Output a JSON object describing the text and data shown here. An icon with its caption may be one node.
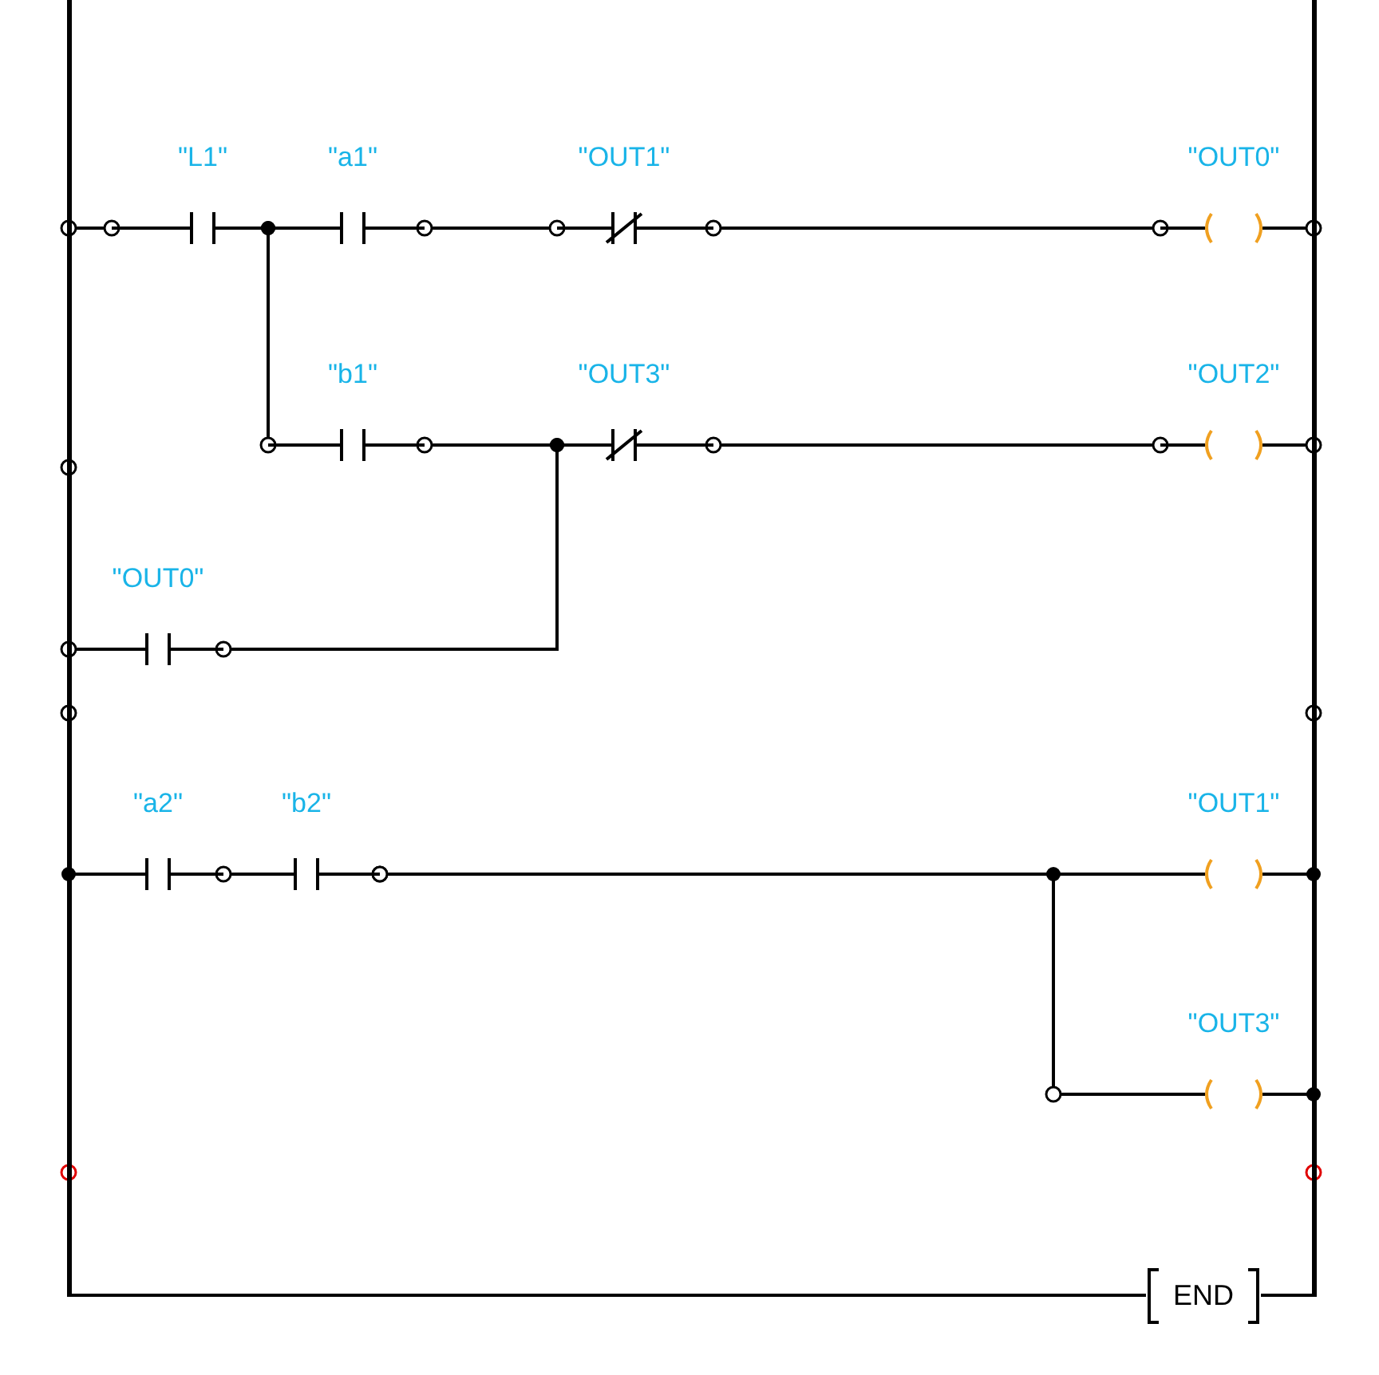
{
  "diagram": {
    "nodes": [
      {
        "text": [],
        "shape": "bar"
      },
      {
        "text": [],
        "shape": "bar"
      },
      {
        "text": [
          "\"L1\""
        ]
      },
      {
        "text": [
          "\"a1\""
        ]
      },
      {
        "text": [
          "\"OUT1\""
        ]
      },
      {
        "text": [
          "\"OUT0\""
        ]
      },
      {
        "text": [
          "\"b1\""
        ]
      },
      {
        "text": [
          "\"OUT3\""
        ]
      },
      {
        "text": [
          "\"OUT2\""
        ]
      },
      {
        "text": [
          "\"OUT0\""
        ]
      },
      {
        "text": [
          "\"a2\""
        ]
      },
      {
        "text": [
          "\"b2\""
        ]
      },
      {
        "text": [
          "\"OUT1\""
        ]
      },
      {
        "text": [
          "\"OUT3\""
        ]
      },
      {
        "text": [
          "END"
        ]
      }
    ],
    "edges": [
      {
        "from": 0,
        "to": 2,
        "arrow": "other"
      },
      {
        "from": 2,
        "to": 3,
        "arrow": "other"
      },
      {
        "from": 3,
        "to": 4,
        "arrow": "other"
      },
      {
        "from": 4,
        "to": 5,
        "arrow": "other"
      },
      {
        "from": 5,
        "to": 1,
        "arrow": "other"
      },
      {
        "from": 2,
        "to": 6,
        "arrow": "other"
      },
      {
        "from": 6,
        "to": 7,
        "arrow": "other"
      },
      {
        "from": 7,
        "to": 8,
        "arrow": "other"
      },
      {
        "from": 8,
        "to": 1,
        "arrow": "other"
      },
      {
        "from": 0,
        "to": 9,
        "arrow": "other"
      },
      {
        "from": 9,
        "to": 7,
        "arrow": "other"
      },
      {
        "from": 0,
        "to": 10,
        "arrow": "other"
      },
      {
        "from": 10,
        "to": 11,
        "arrow": "other"
      },
      {
        "from": 11,
        "to": 12,
        "arrow": "other"
      },
      {
        "from": 12,
        "to": 1,
        "arrow": "other"
      },
      {
        "from": 11,
        "to": 13,
        "arrow": "other"
      },
      {
        "from": 13,
        "to": 1,
        "arrow": "other"
      },
      {
        "from": 0,
        "to": 14,
        "arrow": "none"
      },
      {
        "from": 14,
        "to": 1,
        "arrow": "none"
      }
    ]
  }
}
